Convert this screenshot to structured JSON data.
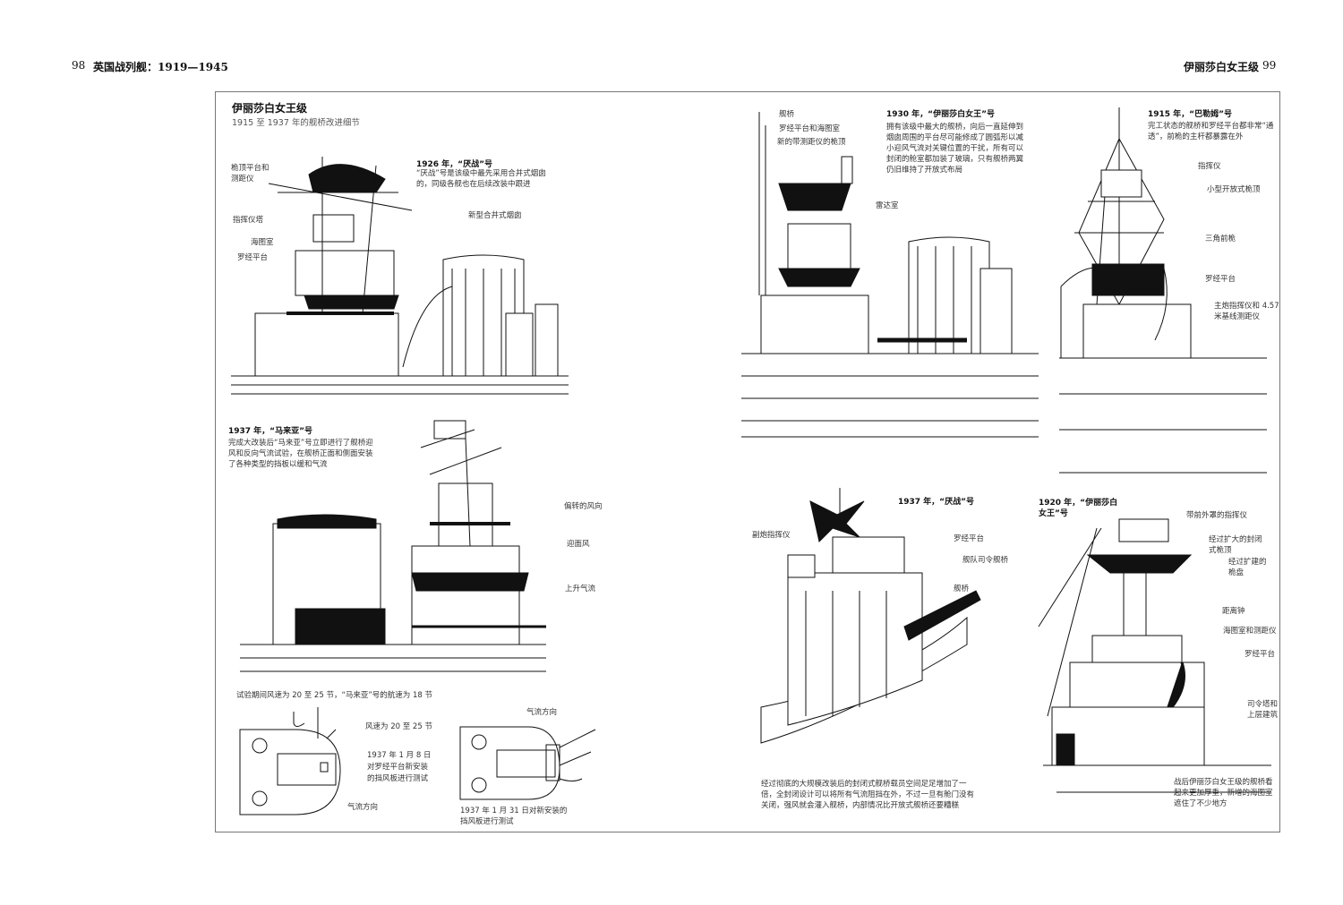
{
  "header": {
    "left_page_number": "98",
    "left_running_title": "英国战列舰：1919—1945",
    "right_running_title": "伊丽莎白女王级",
    "right_page_number": "99"
  },
  "figure": {
    "title": "伊丽莎白女王级",
    "subtitle": "1915 至 1937 年的舰桥改进细节"
  },
  "panel_1926": {
    "heading": "1926 年，“厌战”号",
    "body": "“厌战”号是该级中最先采用合并式烟囱的，同级各舰也在后续改装中跟进",
    "labels": [
      "桅顶平台和",
      "测距仪",
      "指挥仪塔",
      "海图室",
      "罗经平台",
      "新型合井式烟囱"
    ]
  },
  "panel_1930": {
    "heading": "1930 年，“伊丽莎白女王”号",
    "body": "拥有该级中最大的舰桥，向后一直延伸到烟囱周围的平台尽可能修成了圆弧形以减小迎风气流对关键位置的干扰，所有可以封闭的舱室都加装了玻璃，只有舰桥两翼仍旧维持了开放式布局",
    "labels": [
      "舰桥",
      "罗经平台和海图室",
      "新的带测距仪的桅顶",
      "雷达室"
    ]
  },
  "panel_1915": {
    "heading": "1915 年，“巴勒姆”号",
    "body": "完工状态的舰桥和罗经平台都非常“通透”，前桅的主杆都暴露在外",
    "labels": [
      "指挥仪",
      "小型开放式桅顶",
      "三角前桅",
      "罗经平台",
      "主炮指挥仪和 4.57",
      "米基线测距仪"
    ]
  },
  "panel_1937_malaya": {
    "heading": "1937 年，“马来亚”号",
    "body": "完成大改装后“马来亚”号立即进行了舰桥迎风和反向气流试验，在舰桥正面和侧面安装了各种类型的挡板以缓和气流",
    "labels": [
      "偏转的风向",
      "迎面风",
      "上升气流"
    ]
  },
  "airflow_tests": {
    "caption_top": "试验期间风速为 20 至 25 节，“马来亚”号的航速为 18 节",
    "wind_speed": "风速为 20 至 25 节",
    "test_1": [
      "1937 年 1 月 8 日",
      "对罗经平台新安装",
      "的挡风板进行测试"
    ],
    "airflow_direction_1": "气流方向",
    "airflow_direction_2": "气流方向",
    "test_2": [
      "1937 年 1 月 31 日对新安装的",
      "挡风板进行测试"
    ]
  },
  "panel_1937_warspite": {
    "heading": "1937 年，“厌战”号",
    "labels": [
      "副炮指挥仪",
      "罗经平台",
      "舰队司令舰桥",
      "舰桥"
    ],
    "body": "经过彻底的大规模改装后的封闭式舰桥载员空间足足增加了一倍，全封闭设计可以将所有气流阻挡在外，不过一旦有舱门没有关闭，强风就会灌入舰桥，内部情况比开放式舰桥还要糟糕"
  },
  "panel_1920": {
    "heading_line1": "1920 年，“伊丽莎白",
    "heading_line2": "女王”号",
    "labels": [
      "带前外罩的指挥仪",
      "经过扩大的封闭",
      "式桅顶",
      "经过扩建的",
      "桅盘",
      "距离钟",
      "海图室和测距仪",
      "罗经平台",
      "司令塔和",
      "上层建筑"
    ],
    "body": "战后伊丽莎白女王级的舰桥看起来更加厚重，新增的海图室遮住了不少地方"
  }
}
